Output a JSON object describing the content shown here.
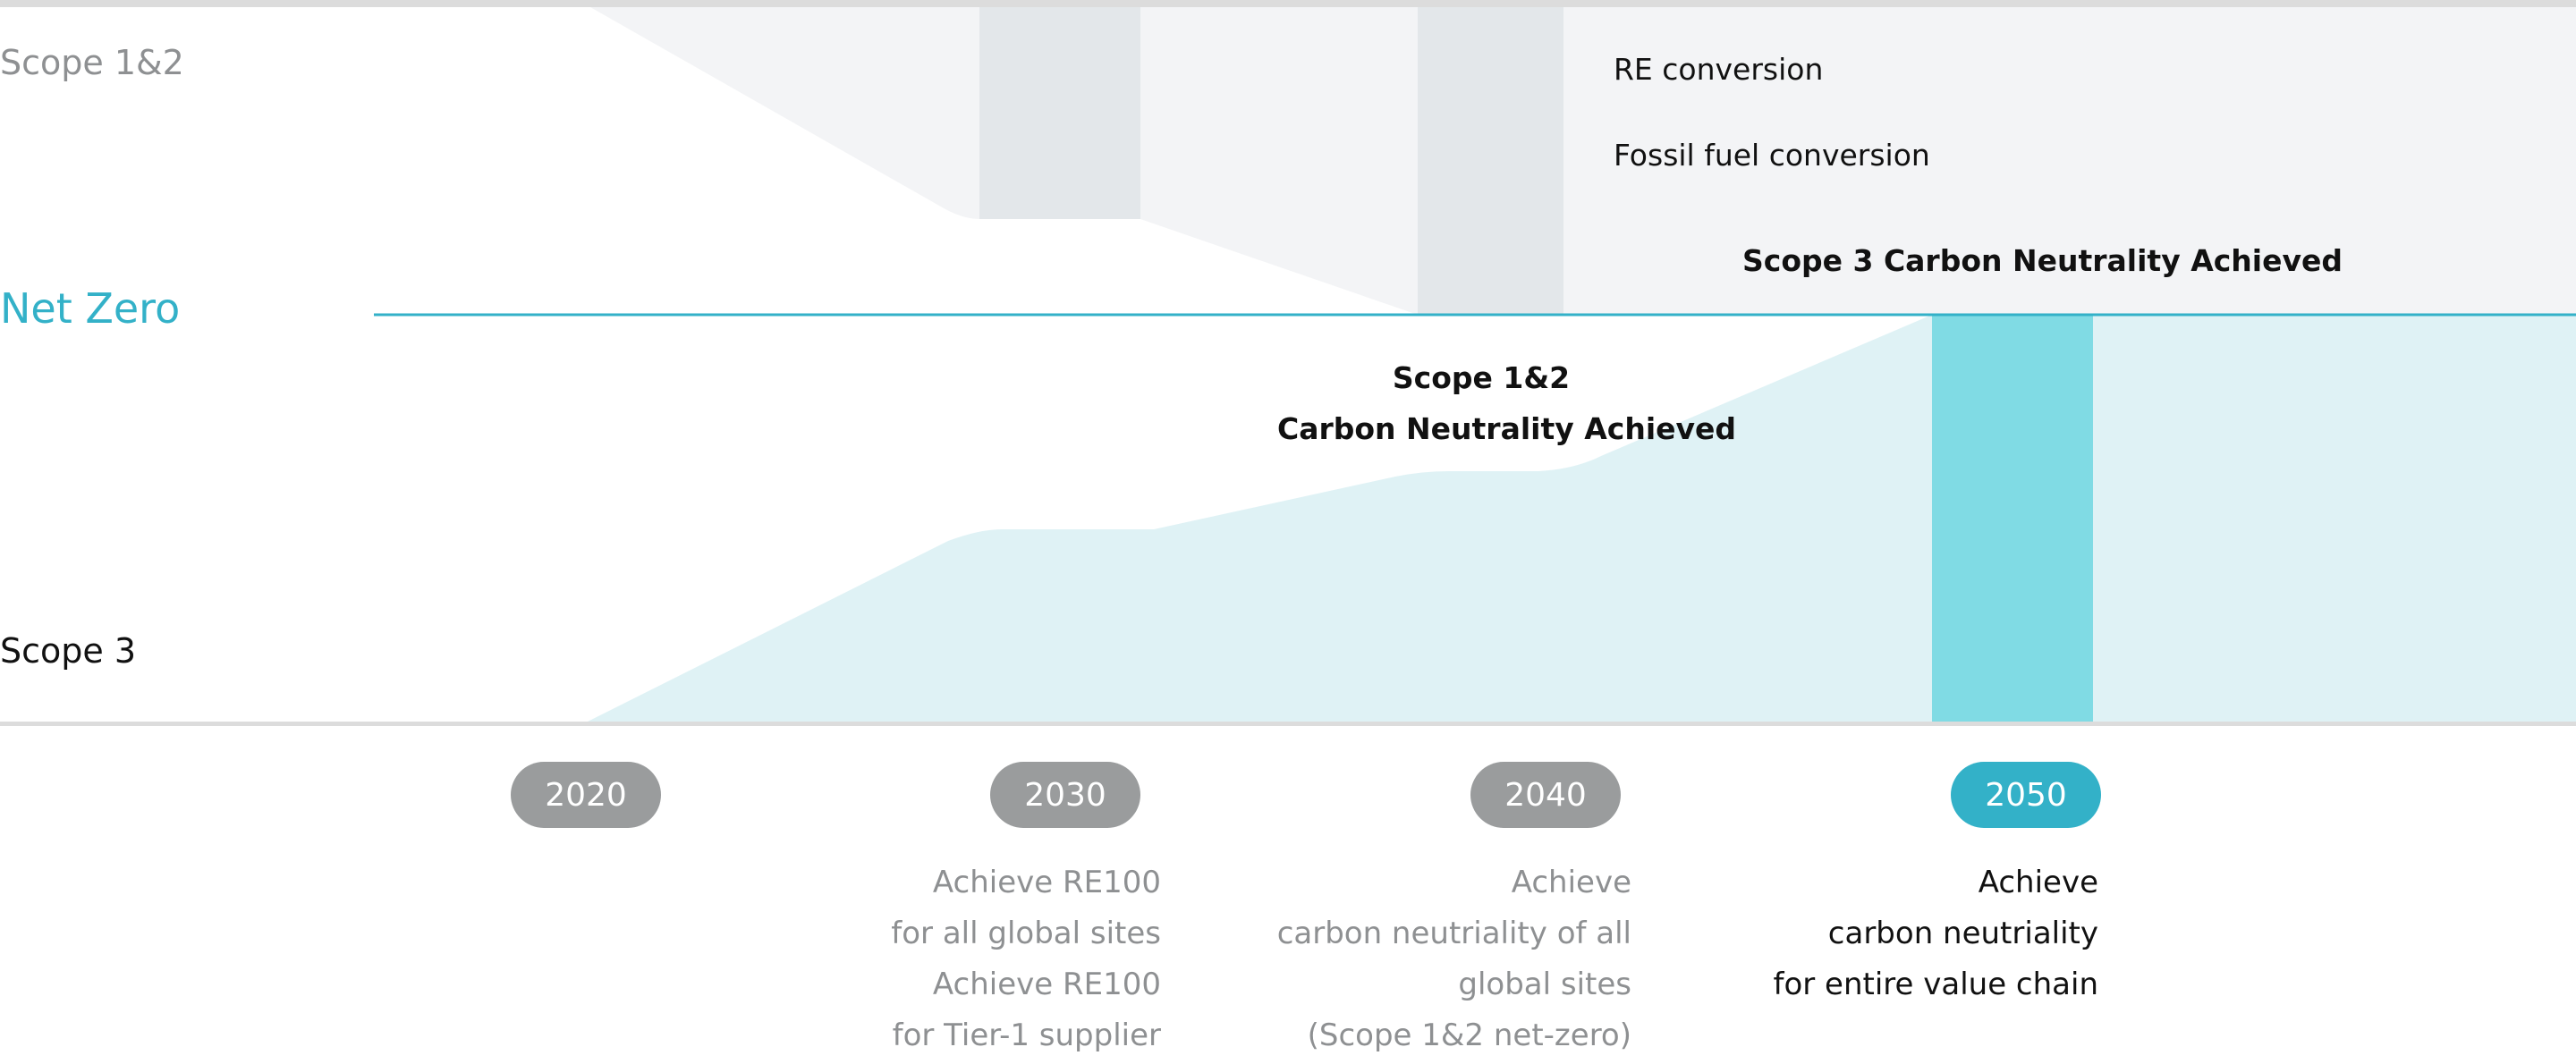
{
  "labels": {
    "scope12": "Scope 1&2",
    "netzero": "Net Zero",
    "scope3": "Scope 3",
    "re_conversion": "RE conversion",
    "fossil_conversion": "Fossil fuel conversion",
    "scope3_achieved": "Scope 3 Carbon Neutrality Achieved",
    "scope12_achieved_1": "Scope 1&2",
    "scope12_achieved_2": "Carbon Neutrality Achieved"
  },
  "years": [
    "2020",
    "2030",
    "2040",
    "2050"
  ],
  "descriptions": {
    "y2030": [
      "Achieve RE100",
      "for all global sites",
      "Achieve RE100",
      "for Tier-1 supplier"
    ],
    "y2040": [
      "Achieve",
      "carbon neutriality of all",
      "global sites",
      "(Scope 1&2 net-zero)"
    ],
    "y2050": [
      "Achieve",
      "carbon neutriality",
      "for entire value chain"
    ]
  },
  "colors": {
    "teal": "#33b1c8",
    "teal_light": "#dff2f5",
    "teal_band": "#80dbe4",
    "grey_band": "#e3e7ea",
    "grey_light": "#f3f4f6",
    "pill_grey": "#9a9c9d",
    "label_grey": "#8e9092"
  }
}
